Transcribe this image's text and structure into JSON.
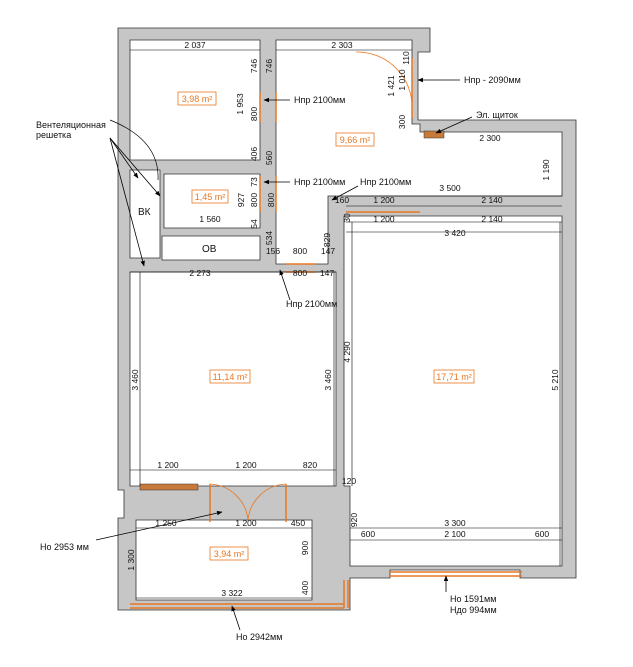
{
  "areas": {
    "room_top_left": "3,98 m²",
    "corridor": "9,66 m²",
    "bath_small": "1,45 m²",
    "room_left": "11,14 m²",
    "room_right": "17,71 m²",
    "balcony": "3,94 m²"
  },
  "labels": {
    "vk": "ВК",
    "ov": "ОВ",
    "vent_line1": "Вентеляционная",
    "vent_line2": "решетка",
    "shield": "Эл. щиток"
  },
  "openings": {
    "npr_2090": "Нпр - 2090мм",
    "npr_2100_a": "Нпр 2100мм",
    "npr_2100_b": "Нпр 2100мм",
    "npr_2100_c": "Нпр 2100мм",
    "npr_2100_d": "Нпр 2100мм",
    "no_2953": "Но 2953 мм",
    "no_2942": "Но 2942мм",
    "no_1591": "Но 1591мм",
    "ndo_994": "Ндо 994мм"
  },
  "dims": {
    "d2037": "2 037",
    "d2303": "2 303",
    "d110": "110",
    "d1421": "1 421",
    "d1010": "1 010",
    "d300a": "300",
    "d2300": "2 300",
    "d1190": "1 190",
    "d746a": "746",
    "d746b": "746",
    "d1953": "1 953",
    "d800a": "800",
    "d406": "406",
    "d560": "560",
    "d73": "73",
    "d927": "927",
    "d800b": "800",
    "d54": "54",
    "d1560": "1 560",
    "d534": "534",
    "d156": "156",
    "d800c": "800",
    "d147a": "147",
    "d147b": "147",
    "d829": "829",
    "d2273": "2 273",
    "d3500": "3 500",
    "d160": "160",
    "d1200a": "1 200",
    "d2140a": "2 140",
    "d1200b": "1 200",
    "d2140b": "2 140",
    "d3420": "3 420",
    "d30": "30",
    "d3460a": "3 460",
    "d3460b": "3 460",
    "d4290": "4 290",
    "d5210": "5 210",
    "d1200c": "1 200",
    "d1200d": "1 200",
    "d820": "820",
    "d120": "120",
    "d1250": "1 250",
    "d1200e": "1 200",
    "d450": "450",
    "d920": "920",
    "d3300": "3 300",
    "d600a": "600",
    "d2100": "2 100",
    "d600b": "600",
    "d1300": "1 300",
    "d900": "900",
    "d400": "400",
    "d3322": "3 322"
  }
}
